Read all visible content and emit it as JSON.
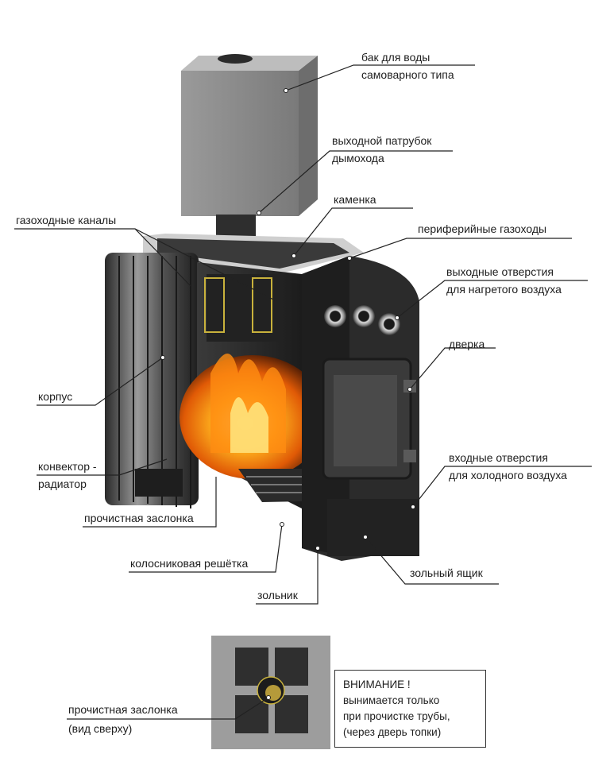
{
  "labels": {
    "tank": [
      "бак для воды",
      "самоварного типа"
    ],
    "outlet_pipe": [
      "выходной патрубок",
      "дымохода"
    ],
    "heater_stones": "каменка",
    "gas_channels": "газоходные каналы",
    "peripheral_flues": "периферийные газоходы",
    "hot_air_outlets": [
      "выходные отверстия",
      "для нагретого воздуха"
    ],
    "door": "дверка",
    "body": "корпус",
    "convector": [
      "конвектор -",
      "радиатор"
    ],
    "cold_air_inlets": [
      "входные отверстия",
      "для холодного воздуха"
    ],
    "cleaning_damper": "прочистная заслонка",
    "ash_box": "зольный ящик",
    "grate": "колосниковая решётка",
    "ash_pit": "зольник",
    "damper_top_view": [
      "прочистная заслонка",
      "(вид сверху)"
    ]
  },
  "warning": {
    "title": "ВНИМАНИЕ !",
    "lines": [
      "вынимается только",
      "при прочистке трубы,",
      "(через дверь топки)"
    ]
  }
}
